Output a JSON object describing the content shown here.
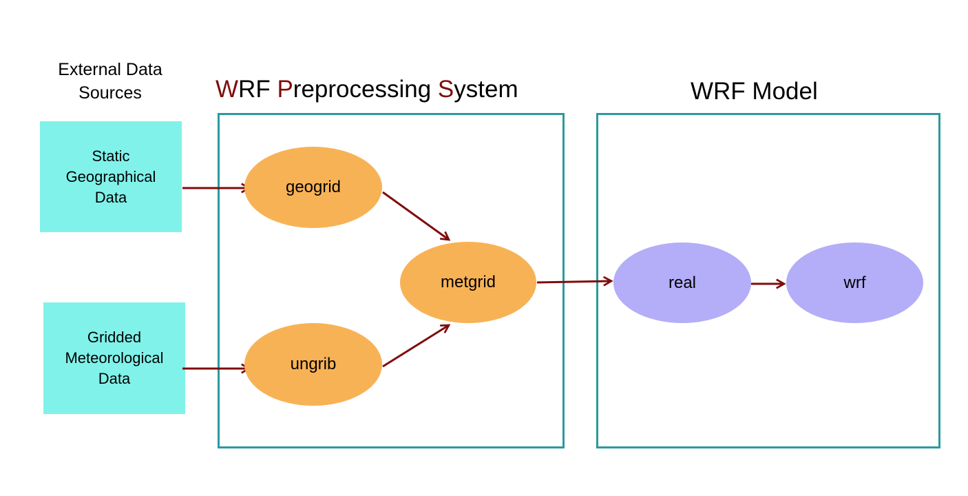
{
  "external_sources_heading": [
    "External Data",
    "Sources"
  ],
  "wps_title": {
    "parts": [
      {
        "text": "W",
        "accent": true
      },
      {
        "text": "RF ",
        "accent": false
      },
      {
        "text": "P",
        "accent": true
      },
      {
        "text": "reprocessing ",
        "accent": false
      },
      {
        "text": "S",
        "accent": true
      },
      {
        "text": "ystem",
        "accent": false
      }
    ]
  },
  "wrf_model_title": "WRF Model",
  "sources": {
    "static": [
      "Static",
      "Geographical",
      "Data"
    ],
    "gridded": [
      "Gridded",
      "Meteorological",
      "Data"
    ]
  },
  "nodes": {
    "geogrid": "geogrid",
    "ungrib": "ungrib",
    "metgrid": "metgrid",
    "real": "real",
    "wrf": "wrf"
  },
  "colors": {
    "accent": "#7f0c0c",
    "frame": "#2a9a9e",
    "source_fill": "#80f2ea",
    "wps_node_fill": "#f8b256",
    "wrf_node_fill": "#b4adf8",
    "arrow": "#7f0c0c"
  }
}
